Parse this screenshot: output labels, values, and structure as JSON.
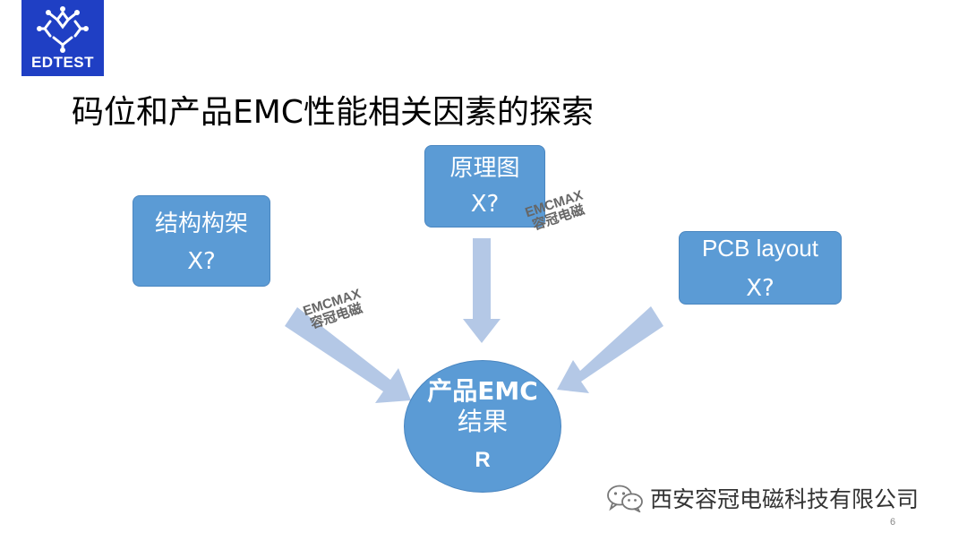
{
  "logo": {
    "text": "EDTEST",
    "icon": "circuit-logo-icon"
  },
  "title": "码位和产品EMC性能相关因素的探索",
  "factors": {
    "structure": {
      "label": "结构构架",
      "value": "X?"
    },
    "schematic": {
      "label": "原理图",
      "value": "X?"
    },
    "pcb": {
      "label": "PCB layout",
      "value": "X?"
    }
  },
  "result": {
    "line1": "产品EMC",
    "line2": "结果",
    "value": "R"
  },
  "watermark": {
    "line1": "EMCMAX",
    "line2": "容冠电磁"
  },
  "footer": {
    "icon": "wechat-icon",
    "text": "西安容冠电磁科技有限公司"
  },
  "page_number": "6",
  "colors": {
    "box": "#5b9bd5",
    "arrow": "#b4c8e6",
    "logo_bg": "#1f3fc4"
  }
}
